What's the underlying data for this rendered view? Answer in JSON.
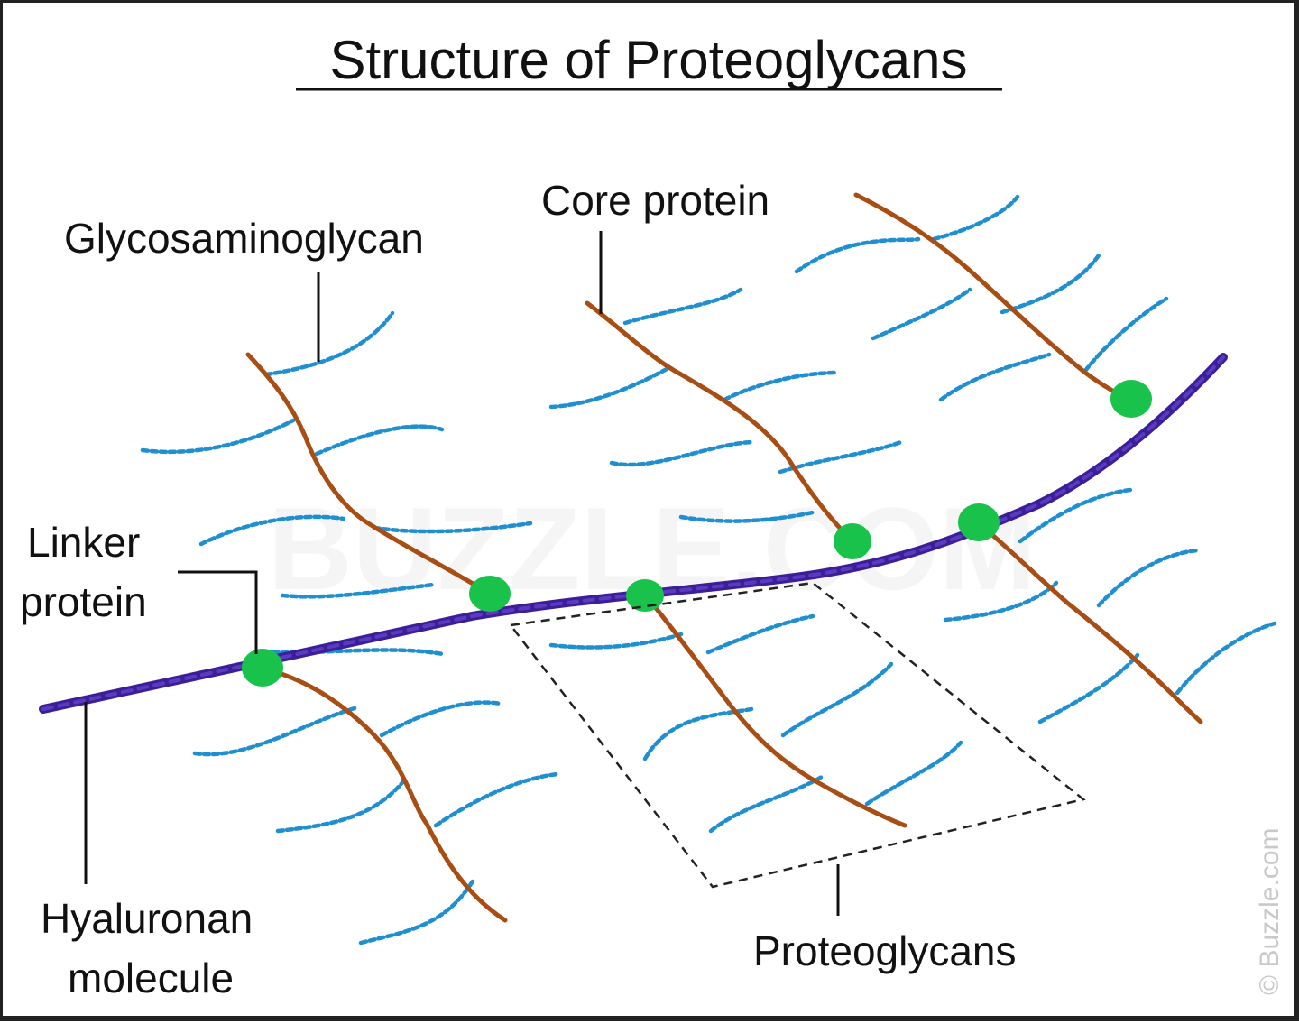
{
  "title": "Structure of Proteoglycans",
  "labels": {
    "glycosaminoglycan": "Glycosaminoglycan",
    "core_protein": "Core protein",
    "linker_line1": "Linker",
    "linker_line2": "protein",
    "hyaluronan_line1": "Hyaluronan",
    "hyaluronan_line2": "molecule",
    "proteoglycans": "Proteoglycans"
  },
  "watermark": "BUZZLE.COM",
  "credit": "© Buzzle.com",
  "colors": {
    "hyaluronan": "#3b1f99",
    "linker": "#19c24a",
    "core_protein": "#a84e14",
    "glycosaminoglycan": "#1f8fcf"
  }
}
